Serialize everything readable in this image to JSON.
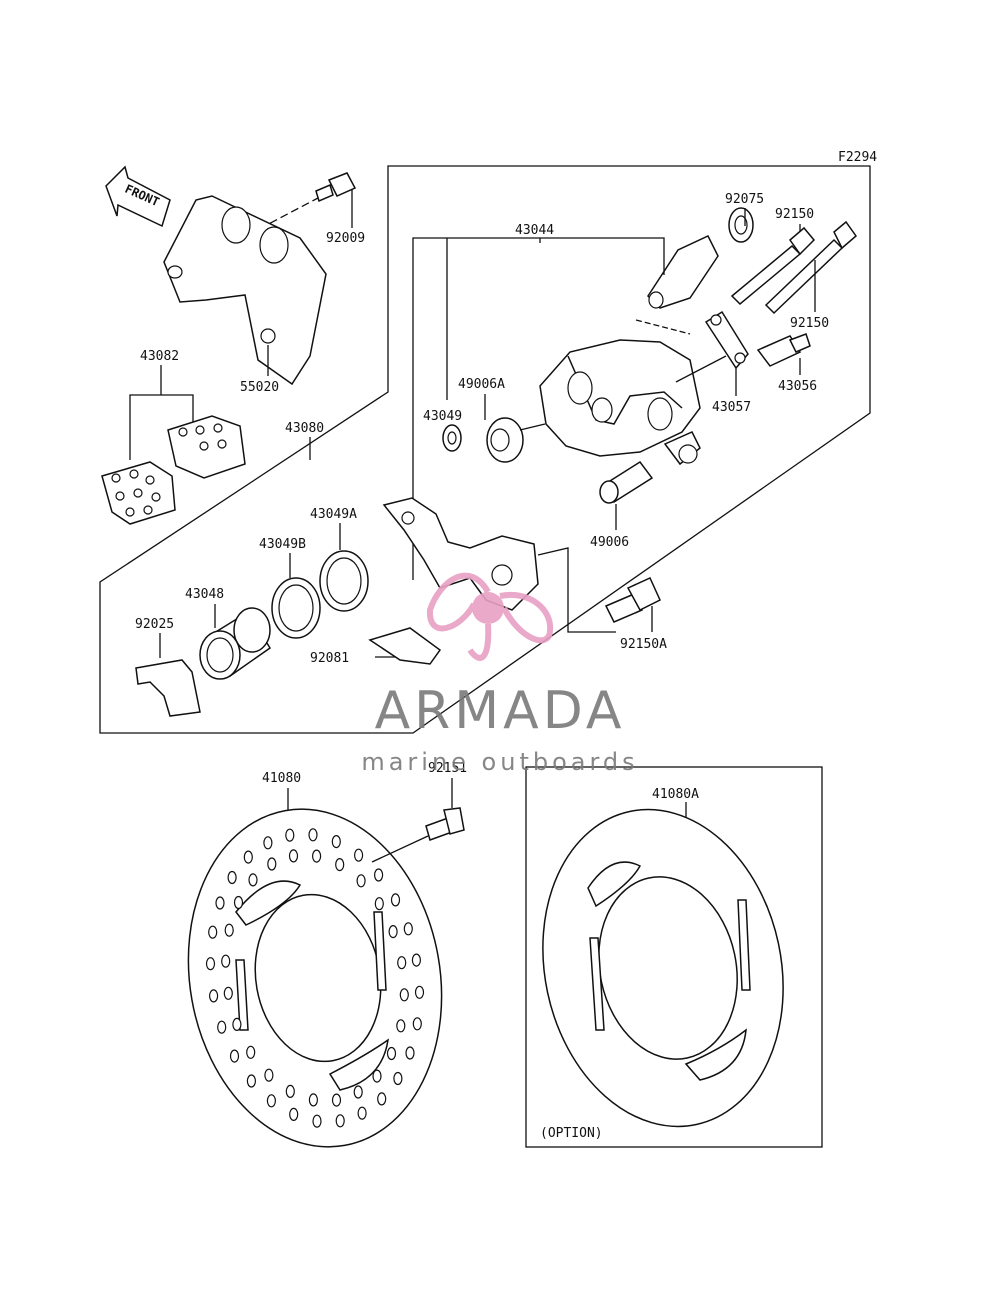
{
  "diagram_code": "F2294",
  "front_label": "FRONT",
  "option_label": "(OPTION)",
  "watermark": {
    "brand": "ARMADA",
    "tagline": "marine outboards",
    "color": "#e8a0c4",
    "text_color": "#7a7a7a"
  },
  "part_numbers": {
    "p92009": "92009",
    "p55020": "55020",
    "p43082": "43082",
    "p43080": "43080",
    "p43044": "43044",
    "p92075": "92075",
    "p92150_top": "92150",
    "p92150_right": "92150",
    "p43056": "43056",
    "p43057": "43057",
    "p49006A": "49006A",
    "p43049": "43049",
    "p49006": "49006",
    "p43049A": "43049A",
    "p43049B": "43049B",
    "p43048": "43048",
    "p92025": "92025",
    "p92081": "92081",
    "p92150A": "92150A",
    "p41080": "41080",
    "p92151": "92151",
    "p41080A": "41080A"
  }
}
